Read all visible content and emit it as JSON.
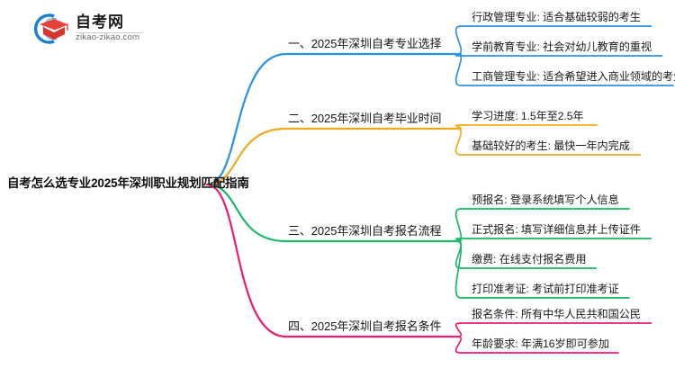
{
  "logo": {
    "title": "自考网",
    "url": "zikao-zikao.com",
    "mark_icon": "graduation-cap-icon",
    "arc_color": "#1a7fd4",
    "cap_color": "#e8413a"
  },
  "mindmap": {
    "root": {
      "label": "自考怎么选专业2025年深圳职业规划匹配指南"
    },
    "branches": [
      {
        "label": "一、2025年深圳自考专业选择",
        "color": "#2a93e8",
        "children": [
          {
            "label": "行政管理专业: 适合基础较弱的考生"
          },
          {
            "label": "学前教育专业: 社会对幼儿教育的重视"
          },
          {
            "label": "工商管理专业: 适合希望进入商业领域的考生"
          }
        ]
      },
      {
        "label": "二、2025年深圳自考毕业时间",
        "color": "#f0a91d",
        "children": [
          {
            "label": "学习进度: 1.5年至2.5年"
          },
          {
            "label": "基础较好的考生: 最快一年内完成"
          }
        ]
      },
      {
        "label": "三、2025年深圳自考报名流程",
        "color": "#19b866",
        "children": [
          {
            "label": "预报名: 登录系统填写个人信息"
          },
          {
            "label": "正式报名: 填写详细信息并上传证件"
          },
          {
            "label": "缴费: 在线支付报名费用"
          },
          {
            "label": "打印准考证: 考试前打印准考证"
          }
        ]
      },
      {
        "label": "四、2025年深圳自考报名条件",
        "color": "#ec1c72",
        "children": [
          {
            "label": "报名条件: 所有中华人民共和国公民"
          },
          {
            "label": "年龄要求: 年满16岁即可参加"
          }
        ]
      }
    ]
  }
}
